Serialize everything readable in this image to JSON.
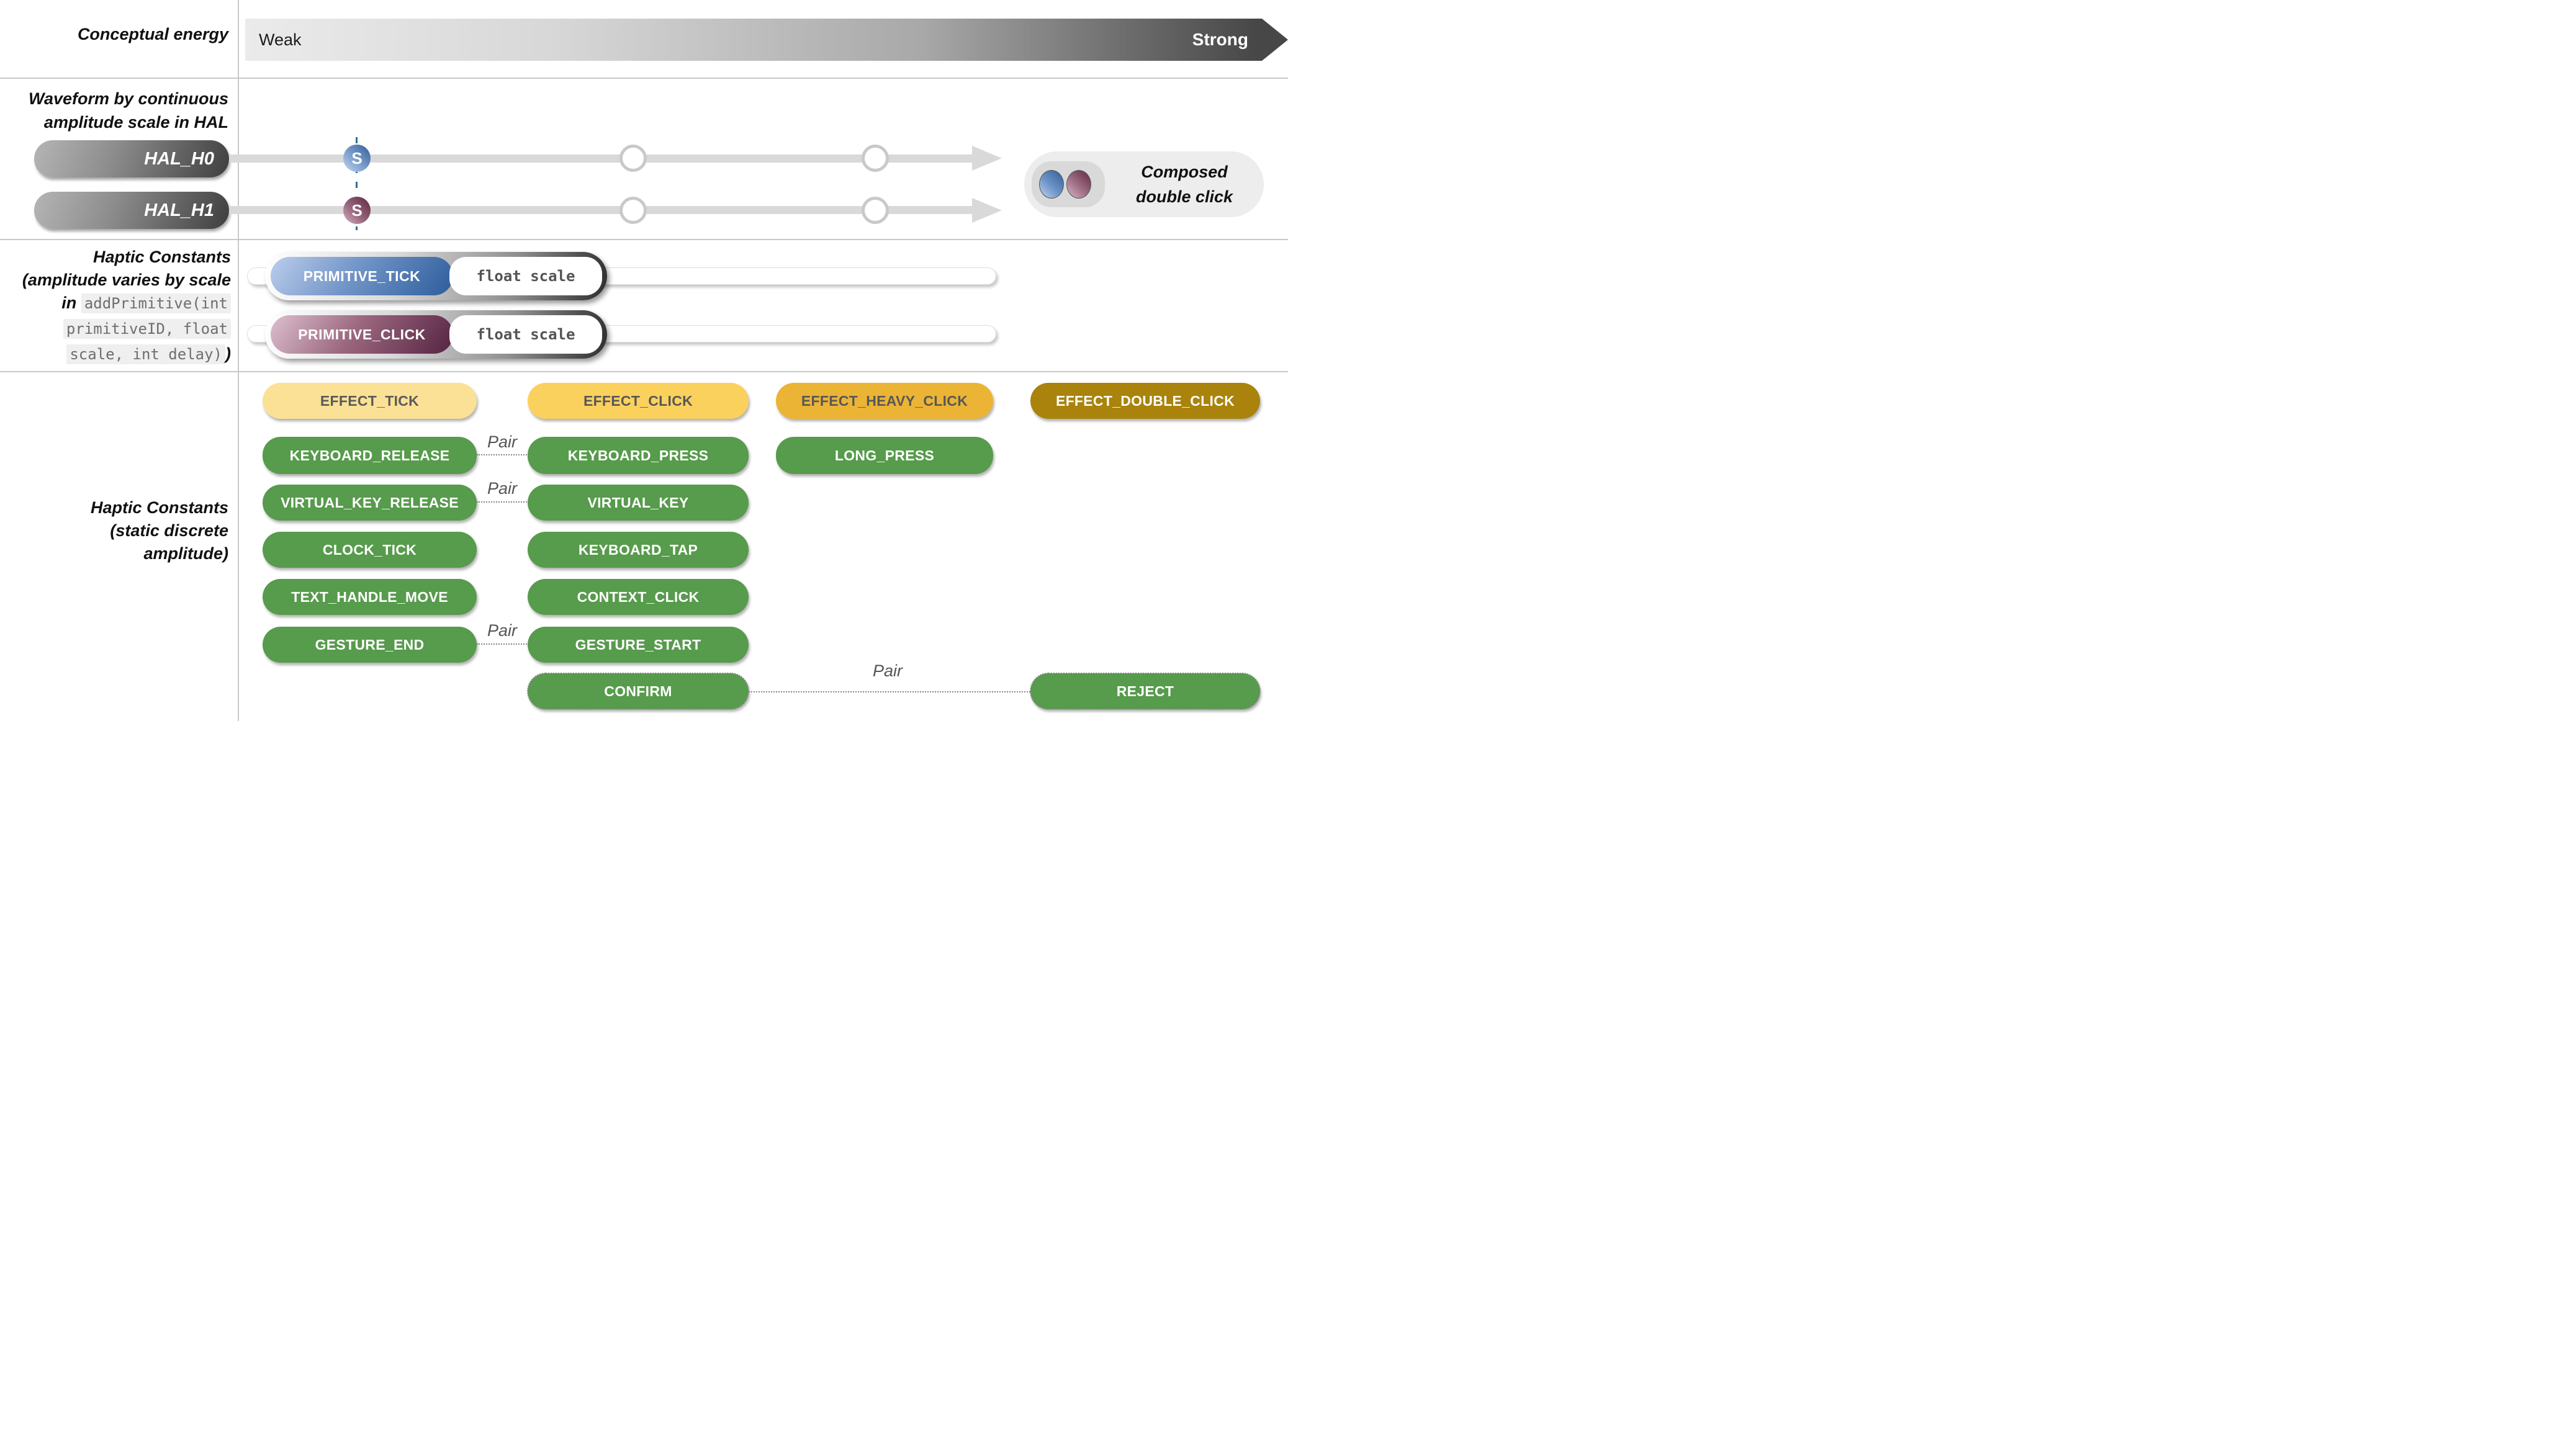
{
  "header": {
    "label": "Conceptual energy",
    "weak": "Weak",
    "strong": "Strong"
  },
  "hal": {
    "section_label": [
      "Waveform by continuous",
      "amplitude scale in HAL"
    ],
    "rows": [
      {
        "name": "HAL_H0",
        "marker": "S"
      },
      {
        "name": "HAL_H1",
        "marker": "S"
      }
    ],
    "composed": {
      "line1": "Composed",
      "line2": "double click"
    }
  },
  "primitives": {
    "label": {
      "line1": "Haptic Constants",
      "line2": "(amplitude varies by scale",
      "line3_prefix": "in",
      "line3_code": "addPrimitive(int",
      "line4_code": "primitiveID, float",
      "line5_code": "scale, int delay)",
      "line5_suffix": ")"
    },
    "sliders": [
      {
        "name": "PRIMITIVE_TICK",
        "param": "float scale",
        "color": "blue"
      },
      {
        "name": "PRIMITIVE_CLICK",
        "param": "float scale",
        "color": "mauve"
      }
    ]
  },
  "constants": {
    "section_label": [
      "Haptic Constants",
      "(static discrete",
      "amplitude)"
    ],
    "pair_label": "Pair",
    "buttons": [
      {
        "label": "EFFECT_TICK"
      },
      {
        "label": "EFFECT_CLICK"
      },
      {
        "label": "EFFECT_HEAVY_CLICK"
      },
      {
        "label": "EFFECT_DOUBLE_CLICK"
      },
      {
        "label": "KEYBOARD_RELEASE"
      },
      {
        "label": "KEYBOARD_PRESS"
      },
      {
        "label": "LONG_PRESS"
      },
      {
        "label": "VIRTUAL_KEY_RELEASE"
      },
      {
        "label": "VIRTUAL_KEY"
      },
      {
        "label": "CLOCK_TICK"
      },
      {
        "label": "KEYBOARD_TAP"
      },
      {
        "label": "TEXT_HANDLE_MOVE"
      },
      {
        "label": "CONTEXT_CLICK"
      },
      {
        "label": "GESTURE_END"
      },
      {
        "label": "GESTURE_START"
      },
      {
        "label": "CONFIRM"
      },
      {
        "label": "REJECT"
      }
    ]
  },
  "colors": {
    "green": "#579b4c",
    "yellow_pale": "#fbe195",
    "yellow": "#fbd15e",
    "amber": "#ecb434",
    "gold": "#a9830b",
    "blue_marker": "#2e5d95",
    "mauve_marker": "#5d2840",
    "track_gray": "#d9d9d9",
    "dash_teal": "#2f7191"
  }
}
